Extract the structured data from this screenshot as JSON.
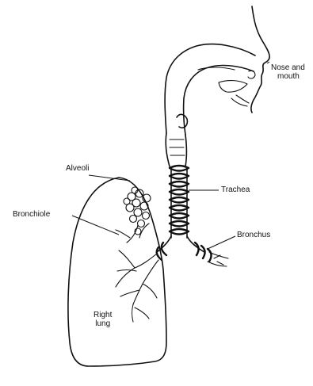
{
  "labels": {
    "nose_and_mouth": [
      "Nose and",
      "mouth"
    ],
    "trachea": "Trachea",
    "bronchus": "Bronchus",
    "alveoli": "Alveoli",
    "bronchiole": "Bronchiole",
    "right_lung": [
      "Right",
      "lung"
    ]
  },
  "colors": {
    "ink": "#111111",
    "background": "#ffffff"
  }
}
